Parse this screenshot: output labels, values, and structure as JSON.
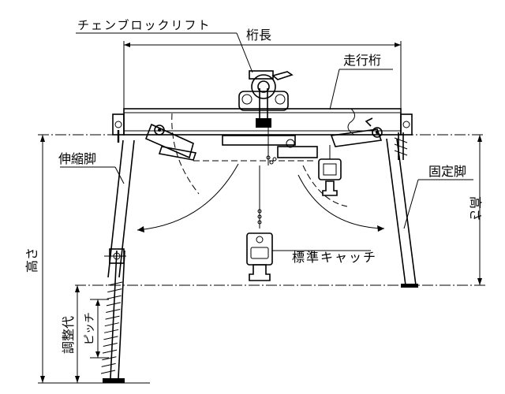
{
  "labels": {
    "chain_block_lift": "チェンブロックリフト",
    "girder_length": "桁長",
    "running_girder": "走行桁",
    "telescopic_leg": "伸縮脚",
    "fixed_leg": "固定脚",
    "height_left": "高さ",
    "height_right": "高さ",
    "standard_catch": "標準キャッチ",
    "adjustment_margin": "調整代",
    "pitch": "ピッチ"
  }
}
